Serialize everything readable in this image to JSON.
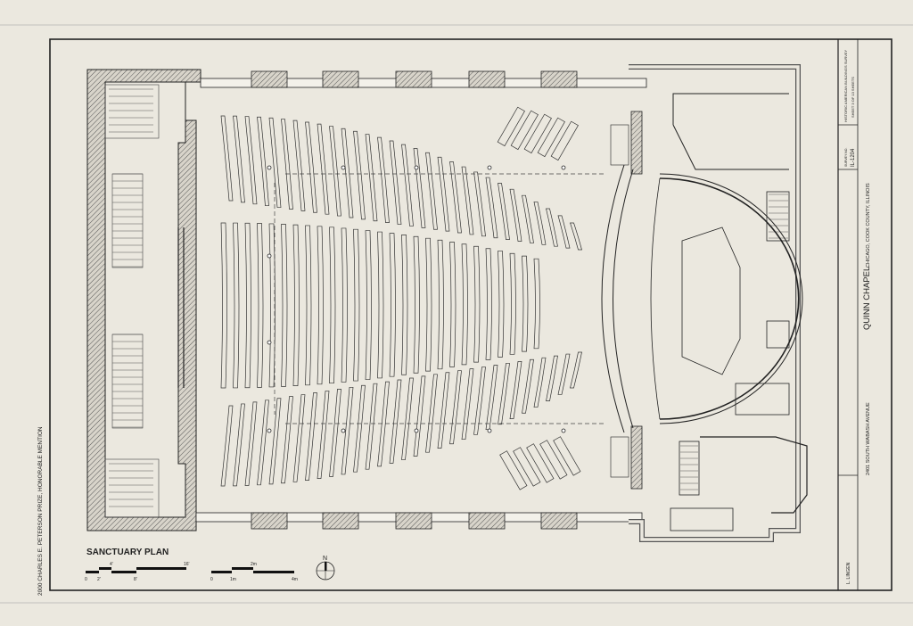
{
  "drawing": {
    "title": "SANCTUARY PLAN",
    "north_label": "N",
    "scale_imperial": [
      "0",
      "2'",
      "4'",
      "8'",
      "16'"
    ],
    "scale_metric": [
      "0",
      "1m",
      "2m",
      "4m"
    ],
    "side_note": "2000 CHARLES E. PETERSON PRIZE, HONORABLE MENTION"
  },
  "title_block": {
    "structure_name": "QUINN CHAPEL",
    "location": "CHICAGO, COOK COUNTY, ILLINOIS",
    "address": "2401 SOUTH WABASH AVENUE",
    "survey_label": "SURVEY NO.",
    "survey_no": "IL-1204",
    "agency": "HISTORIC AMERICAN BUILDINGS SURVEY",
    "sheet": "SHEET 3 OF 13 SHEETS",
    "drawn_by": "L. LINGEN"
  },
  "colors": {
    "paper": "#ebe8df",
    "ink": "#222222"
  }
}
